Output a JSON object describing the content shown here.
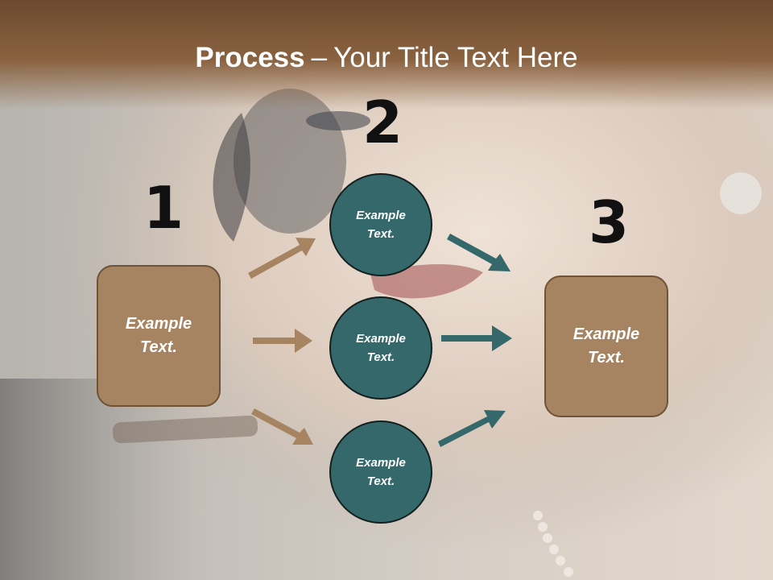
{
  "title": {
    "bold": "Process",
    "separator": "–",
    "rest": "Your Title Text Here"
  },
  "steps": {
    "one": "1",
    "two": "2",
    "three": "3"
  },
  "left_box": {
    "line1": "Example",
    "line2": "Text."
  },
  "right_box": {
    "line1": "Example",
    "line2": "Text."
  },
  "circles": [
    {
      "line1": "Example",
      "line2": "Text."
    },
    {
      "line1": "Example",
      "line2": "Text."
    },
    {
      "line1": "Example",
      "line2": "Text."
    }
  ],
  "colors": {
    "title_bar": "#8a6240",
    "box_fill": "#a68461",
    "circle_fill": "#34686a",
    "arrow_tan": "#a68461",
    "arrow_teal": "#34686a"
  }
}
